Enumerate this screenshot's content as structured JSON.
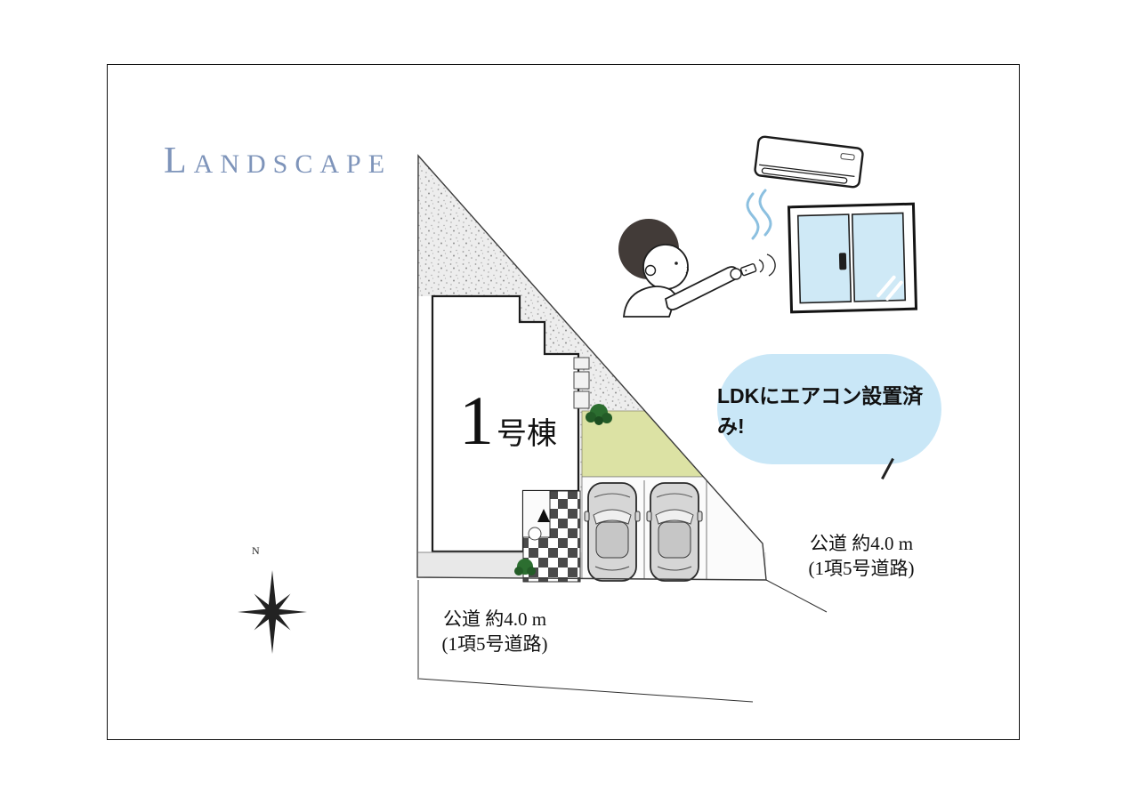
{
  "header": {
    "title_first": "L",
    "title_rest": "ANDSCAPE"
  },
  "plan": {
    "building": {
      "number": "1",
      "suffix": "号棟"
    },
    "roads": {
      "right": {
        "line1": "公道 約4.0 m",
        "line2": "(1項5号道路)"
      },
      "bottom": {
        "line1": "公道 約4.0 m",
        "line2": "(1項5号道路)"
      }
    },
    "compass_label": "N"
  },
  "callout": {
    "text": "LDKにエアコン設置済み!"
  },
  "icons": {
    "air_conditioner": "wall-mounted-ac-icon",
    "person": "person-with-remote-icon",
    "window": "sliding-window-icon",
    "compass": "north-star-icon",
    "cars": "car-top-view-icon",
    "trees": "shrub-icon"
  },
  "colors": {
    "title_blue": "#7e94ba",
    "bubble_blue": "#c9e7f7",
    "glass_blue": "#cfe9f6",
    "garden_green": "#dce2a4",
    "stipple_gray": "#ededed"
  }
}
